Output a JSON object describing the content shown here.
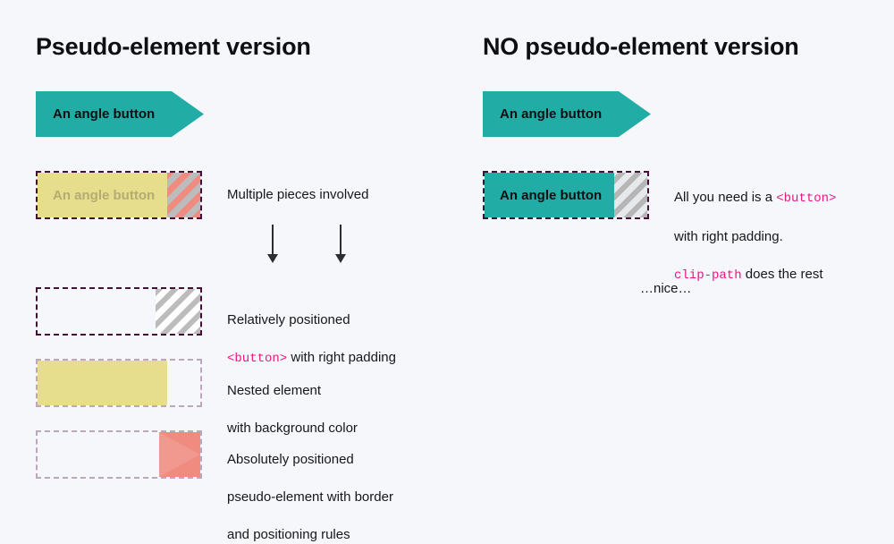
{
  "page": {
    "background_color": "#f5f7fb",
    "accent_teal": "#21ada5",
    "code_pink": "#ec1683",
    "yellow": "#e6dd8d",
    "salmon": "#ef8b7f",
    "dashed_dark": "#43103a",
    "dashed_light": "#bfa7bb"
  },
  "left": {
    "title": "Pseudo-element version",
    "demo_button_label": "An angle button",
    "rows": [
      {
        "id": "composite",
        "inner_label": "An angle button",
        "caption_line1": "Multiple pieces involved"
      },
      {
        "id": "relative-button",
        "caption_line1": "Relatively positioned",
        "caption_code": "<button>",
        "caption_line2": " with right padding"
      },
      {
        "id": "nested-element",
        "caption_line1": "Nested element",
        "caption_line2": "with background color"
      },
      {
        "id": "pseudo-element",
        "caption_line1": "Absolutely positioned",
        "caption_line2": "pseudo-element with border",
        "caption_line3": "and positioning rules"
      }
    ]
  },
  "right": {
    "title": "NO pseudo-element version",
    "demo_button_label": "An angle button",
    "row": {
      "inner_label": "An angle button",
      "caption_pre": "All you need is a ",
      "caption_code1": "<button>",
      "caption_line2": "with right padding.",
      "caption_code2": "clip-path",
      "caption_post": " does the rest"
    },
    "nice_text": "…nice…"
  }
}
